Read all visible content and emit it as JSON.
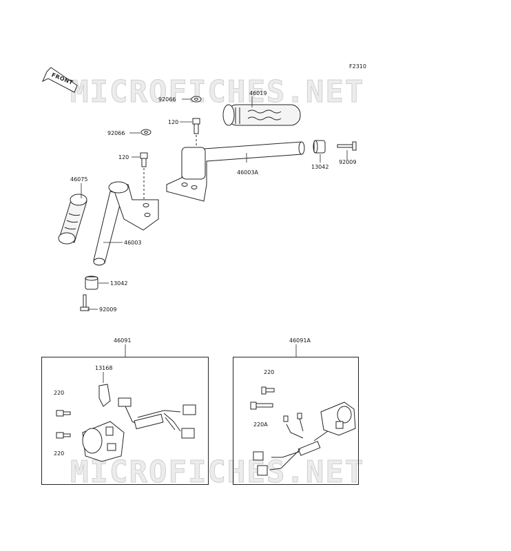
{
  "diagram": {
    "figure_code": "F2310",
    "front_label": "FRONT",
    "watermark": "MICROFICHES.NET",
    "parts": [
      {
        "number": "92066"
      },
      {
        "number": "46019"
      },
      {
        "number": "120"
      },
      {
        "number": "92066"
      },
      {
        "number": "120"
      },
      {
        "number": "46003A"
      },
      {
        "number": "13042"
      },
      {
        "number": "92009"
      },
      {
        "number": "46075"
      },
      {
        "number": "46003"
      },
      {
        "number": "13042"
      },
      {
        "number": "92009"
      }
    ],
    "left_switch": {
      "number": "46091",
      "parts": [
        {
          "number": "13168"
        },
        {
          "number": "220"
        },
        {
          "number": "220"
        }
      ]
    },
    "right_switch": {
      "number": "46091A",
      "parts": [
        {
          "number": "220"
        },
        {
          "number": "220A"
        }
      ]
    }
  }
}
